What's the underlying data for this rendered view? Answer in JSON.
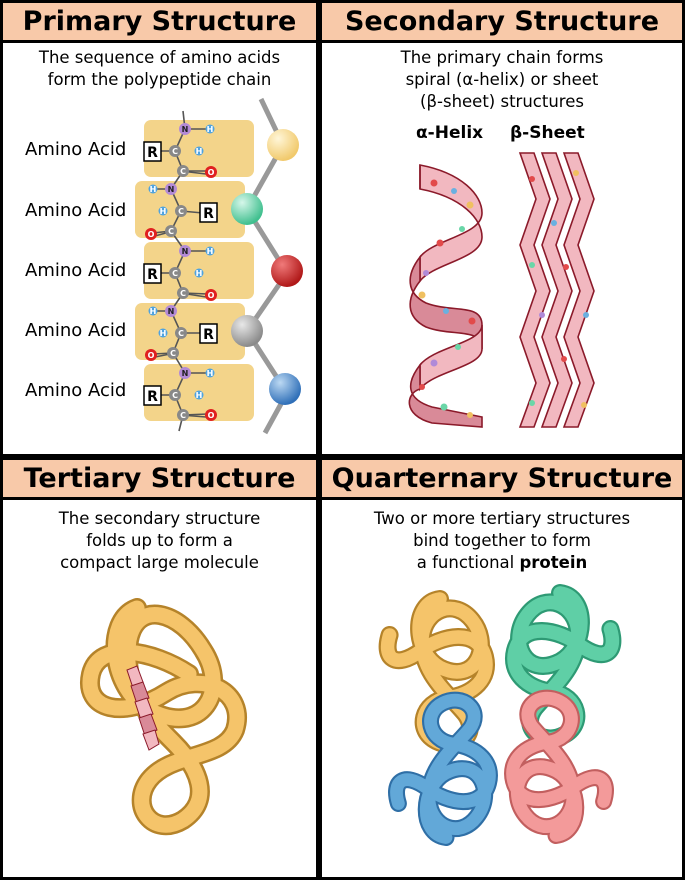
{
  "panels": {
    "primary": {
      "title": "Primary Structure",
      "line1": "The sequence of amino acids",
      "line2": "form the polypeptide chain",
      "amino_label": "Amino Acid",
      "r_label": "R",
      "n_label": "N",
      "h_label": "H",
      "c_label": "C",
      "o_label": "O"
    },
    "secondary": {
      "title": "Secondary Structure",
      "line1": "The primary chain forms",
      "line2": "spiral (α-helix) or sheet",
      "line3": "(β-sheet) structures",
      "helix_label": "α-Helix",
      "sheet_label": "β-Sheet"
    },
    "tertiary": {
      "title": "Tertiary Structure",
      "line1": "The secondary structure",
      "line2": "folds up to form a",
      "line3": "compact large molecule"
    },
    "quaternary": {
      "title": "Quarternary Structure",
      "line1": "Two or more tertiary structures",
      "line2": "bind together to form",
      "line3_prefix": "a functional ",
      "line3_bold": "protein"
    }
  },
  "colors": {
    "header": "#f8c9a9",
    "amino_box": "#f3d48a",
    "helix": "#f2b8c0",
    "knot_orange": "#f5c46a",
    "knot_green": "#5fcfa6",
    "knot_pink": "#f39a9a",
    "knot_blue": "#62a8d8",
    "bead_yellow": "#f3d48a",
    "bead_green": "#5fcfa6",
    "bead_red": "#c62828",
    "bead_gray": "#9e9e9e",
    "bead_blue": "#3f7fc4"
  }
}
